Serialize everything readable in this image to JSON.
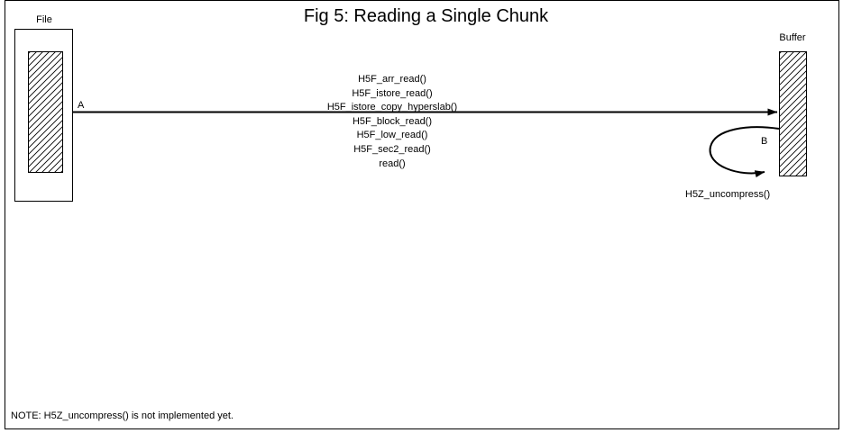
{
  "diagram": {
    "title": "Fig 5:  Reading a Single Chunk",
    "note": "NOTE: H5Z_uncompress() is not implemented yet.",
    "colors": {
      "stroke": "#000000",
      "background": "#ffffff"
    }
  },
  "nodes": {
    "file": {
      "label": "File",
      "inner_fill": "hatch-diagonal"
    },
    "buffer": {
      "label": "Buffer",
      "fill": "hatch-diagonal"
    }
  },
  "edges": {
    "a": {
      "marker": "A",
      "from": "file",
      "to": "buffer",
      "call_stack": [
        "H5F_arr_read()",
        "H5F_istore_read()",
        "H5F_istore_copy_hyperslab()",
        "H5F_block_read()",
        "H5F_low_read()",
        "H5F_sec2_read()",
        "read()"
      ]
    },
    "b": {
      "marker": "B",
      "from": "buffer",
      "to": "buffer",
      "label": "H5Z_uncompress()"
    }
  }
}
